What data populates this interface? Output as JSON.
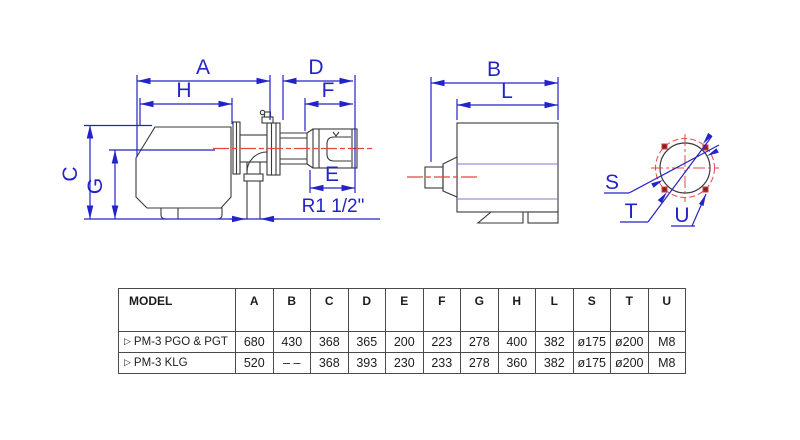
{
  "drawing": {
    "labels": {
      "A": "A",
      "B": "B",
      "C": "C",
      "D": "D",
      "E": "E",
      "F": "F",
      "G": "G",
      "H": "H",
      "L": "L",
      "S": "S",
      "T": "T",
      "U": "U"
    },
    "pipe_thread_note": "R1 1/2\"",
    "colors": {
      "dimension_blue": "#2323c8",
      "outline_dark": "#3a3a3a",
      "centerline_red": "#e84545",
      "inner_line_purple": "#7a7ac8",
      "bolt_hole_red": "#8a1f1f"
    }
  },
  "table": {
    "columns": [
      "MODEL",
      "A",
      "B",
      "C",
      "D",
      "E",
      "F",
      "G",
      "H",
      "L",
      "S",
      "T",
      "U"
    ],
    "row_marker": "▷",
    "rows": [
      {
        "model": "PM-3 PGO & PGT",
        "values": [
          "680",
          "430",
          "368",
          "365",
          "200",
          "223",
          "278",
          "400",
          "382",
          "ø175",
          "ø200",
          "M8"
        ]
      },
      {
        "model": "PM-3 KLG",
        "values": [
          "520",
          "– –",
          "368",
          "393",
          "230",
          "233",
          "278",
          "360",
          "382",
          "ø175",
          "ø200",
          "M8"
        ]
      }
    ]
  }
}
